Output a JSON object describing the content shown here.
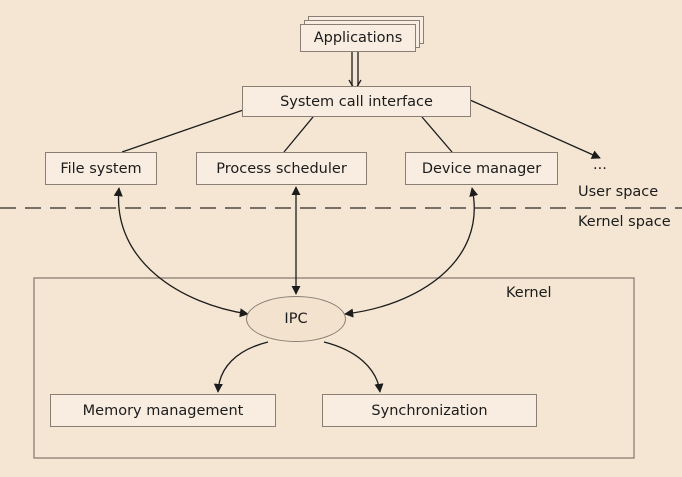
{
  "diagram": {
    "applications": "Applications",
    "syscall": "System call interface",
    "file_system": "File system",
    "process_scheduler": "Process scheduler",
    "device_manager": "Device manager",
    "ellipsis": "...",
    "user_space": "User space",
    "kernel_space": "Kernel space",
    "kernel": "Kernel",
    "ipc": "IPC",
    "memory_management": "Memory management",
    "synchronization": "Synchronization"
  },
  "colors": {
    "background": "#f4e6d3",
    "box_fill": "#f8ede0",
    "box_border": "#8a7f74",
    "line": "#1c1c1c"
  }
}
